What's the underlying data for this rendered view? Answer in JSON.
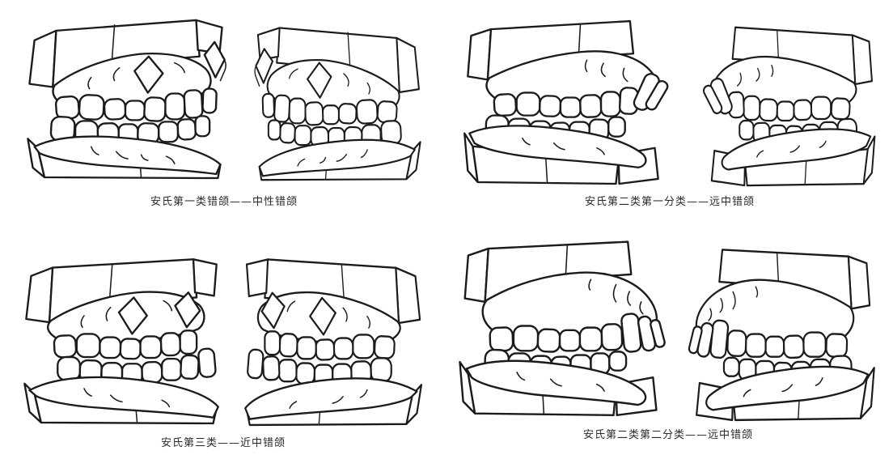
{
  "figure": {
    "colors": {
      "background": "#ffffff",
      "line": "#1b1b1b",
      "caption_text": "#2a2a2a"
    },
    "panels": [
      {
        "id": "angle-class-1",
        "caption": "安氏第一类错颌——中性错颌",
        "views": [
          {
            "icon": "dental-cast-left-lateral-drawing"
          },
          {
            "icon": "dental-cast-right-lateral-drawing"
          }
        ]
      },
      {
        "id": "angle-class-2-division-1",
        "caption": "安氏第二类第一分类——远中错颌",
        "views": [
          {
            "icon": "dental-cast-left-lateral-drawing"
          },
          {
            "icon": "dental-cast-right-lateral-drawing"
          }
        ]
      },
      {
        "id": "angle-class-3",
        "caption": "安氏第三类——近中错颌",
        "views": [
          {
            "icon": "dental-cast-left-lateral-drawing"
          },
          {
            "icon": "dental-cast-right-lateral-drawing"
          }
        ]
      },
      {
        "id": "angle-class-2-division-2",
        "caption": "安氏第二类第二分类——远中错颌",
        "views": [
          {
            "icon": "dental-cast-left-lateral-drawing"
          },
          {
            "icon": "dental-cast-right-lateral-drawing"
          }
        ]
      }
    ]
  }
}
